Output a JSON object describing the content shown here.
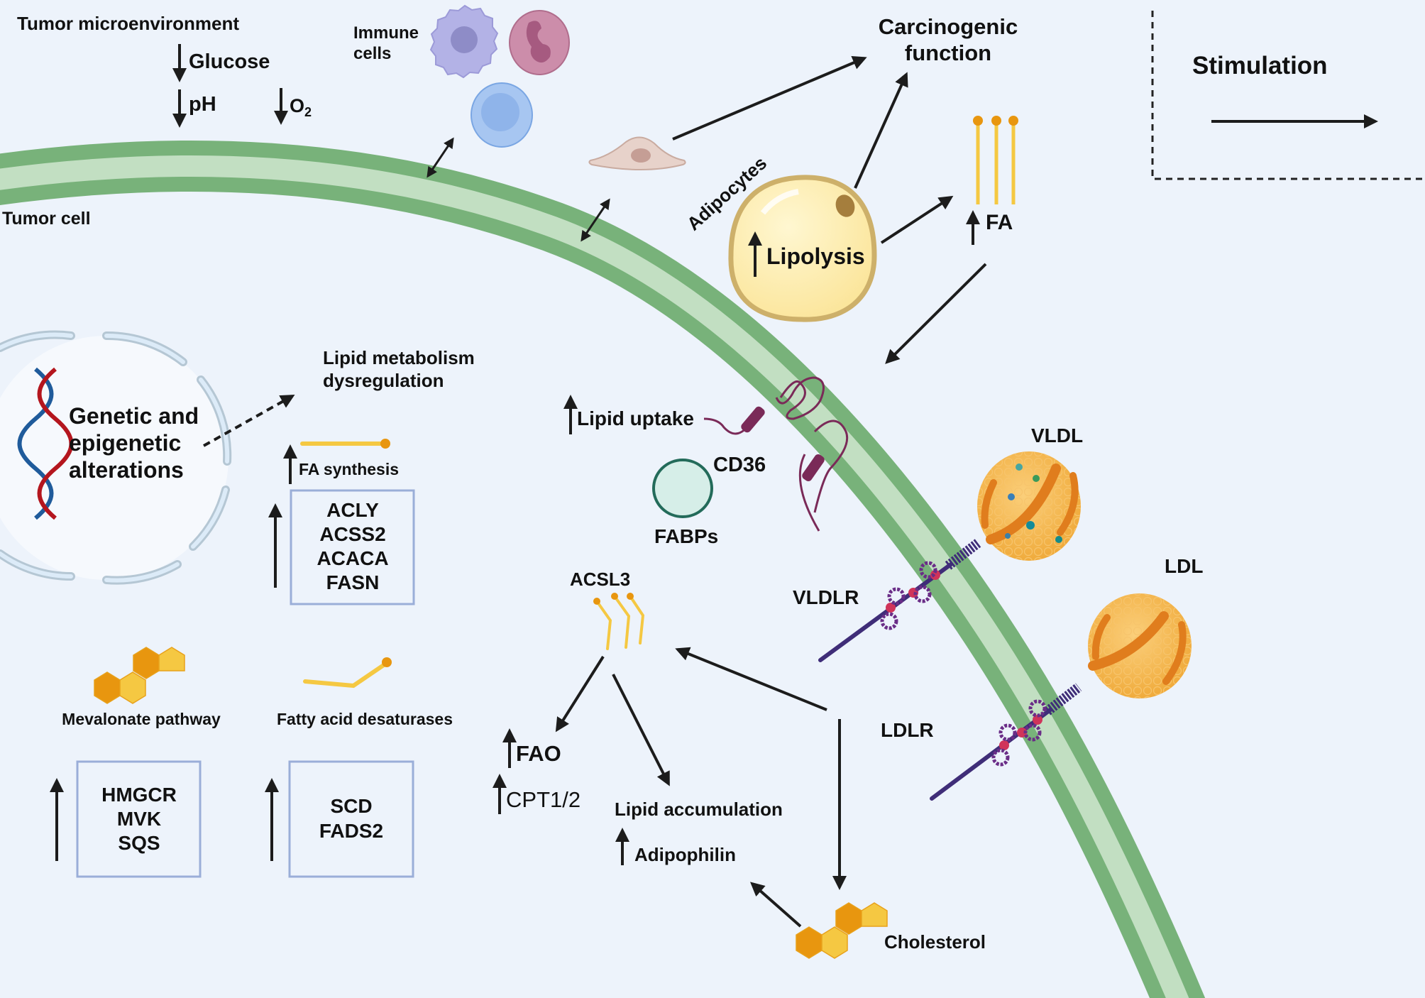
{
  "title": "Tumor microenvironment and lipid metabolism dysregulation in tumor cells",
  "legend": {
    "label": "Stimulation",
    "icon": "arrow-right-icon"
  },
  "microenvironment": {
    "title": "Tumor microenvironment",
    "factors": [
      {
        "label": "Glucose",
        "direction": "down"
      },
      {
        "label": "pH",
        "direction": "down"
      },
      {
        "label": "O",
        "subscript": "2",
        "direction": "down"
      }
    ],
    "immune_cells_label_line1": "Immune",
    "immune_cells_label_line2": "cells",
    "tumor_cell_label": "Tumor cell"
  },
  "adipocytes": {
    "label": "Adipocytes",
    "lipolysis_label": "Lipolysis",
    "fa_label": "FA",
    "carcinogenic_line1": "Carcinogenic",
    "carcinogenic_line2": "function"
  },
  "nucleus": {
    "label_line1": "Genetic and",
    "label_line2": "epigenetic",
    "label_line3": "alterations",
    "dysregulation_line1": "Lipid metabolism",
    "dysregulation_line2": "dysregulation"
  },
  "fa_synthesis": {
    "label": "FA synthesis",
    "genes": [
      "ACLY",
      "ACSS2",
      "ACACA",
      "FASN"
    ]
  },
  "mevalonate": {
    "label": "Mevalonate pathway",
    "genes": [
      "HMGCR",
      "MVK",
      "SQS"
    ]
  },
  "desaturases": {
    "label": "Fatty acid desaturases",
    "genes": [
      "SCD",
      "FADS2"
    ]
  },
  "uptake": {
    "lipid_uptake_label": "Lipid uptake",
    "cd36_label": "CD36",
    "fabps_label": "FABPs",
    "vldl_label": "VLDL",
    "ldl_label": "LDL",
    "vldlr_label": "VLDLR",
    "ldlr_label": "LDLR"
  },
  "fate": {
    "acsl3_label": "ACSL3",
    "fao_label": "FAO",
    "cpt_label": "CPT1/2",
    "lipid_accumulation_label": "Lipid accumulation",
    "adipophilin_label": "Adipophilin",
    "cholesterol_label": "Cholesterol"
  },
  "colors": {
    "background": "#edf3fb",
    "membrane_outer": "#78b27a",
    "membrane_inner": "#c2dfc2",
    "lipid_yellow": "#f5c842",
    "lipid_orange": "#e8960f",
    "lipoprotein": "#f4b54a",
    "receptor": "#3f2d78",
    "cd36": "#7a2a58",
    "gene_box": "#9aaed8"
  }
}
